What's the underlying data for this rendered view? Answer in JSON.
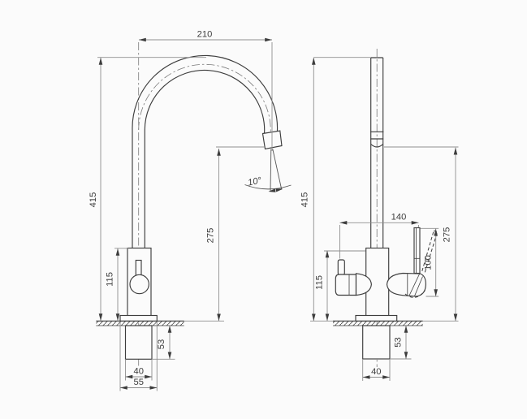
{
  "drawing": {
    "kind": "faucet-technical-drawing",
    "colors": {
      "background": "#fbfbfb",
      "line": "#3d3d3d",
      "dimension_line": "#8f8f8f"
    },
    "views": {
      "side": {
        "dims": {
          "spout_reach": "210",
          "total_height": "415",
          "spout_height": "275",
          "body_height": "115",
          "shank_length": "53",
          "shank_width": "40",
          "base_width": "55",
          "spout_angle": "10°"
        }
      },
      "front": {
        "dims": {
          "total_height": "415",
          "handle_span": "140",
          "lever_height": "100",
          "spout_height": "275",
          "body_height": "115",
          "shank_length": "53",
          "shank_width": "40"
        }
      }
    }
  }
}
